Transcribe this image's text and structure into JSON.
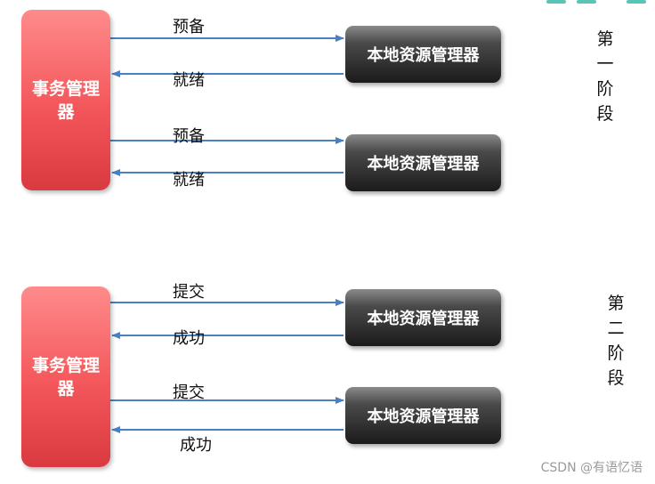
{
  "phase1": {
    "tm_label": "事务管理器",
    "rm1_label": "本地资源管理器",
    "rm2_label": "本地资源管理器",
    "prepare1": "预备",
    "ready1": "就绪",
    "prepare2": "预备",
    "ready2": "就绪",
    "phase_chars": [
      "第",
      "一",
      "阶",
      "段"
    ]
  },
  "phase2": {
    "tm_label": "事务管理器",
    "rm1_label": "本地资源管理器",
    "rm2_label": "本地资源管理器",
    "commit1": "提交",
    "success1": "成功",
    "commit2": "提交",
    "success2": "成功",
    "phase_chars": [
      "第",
      "二",
      "阶",
      "段"
    ]
  },
  "watermark": "CSDN @有语忆语",
  "colors": {
    "arrow": "#4a7fc0",
    "tm_box": "#f3565a",
    "rm_box": "#1b1b1b",
    "deco": "#58c6b6"
  }
}
